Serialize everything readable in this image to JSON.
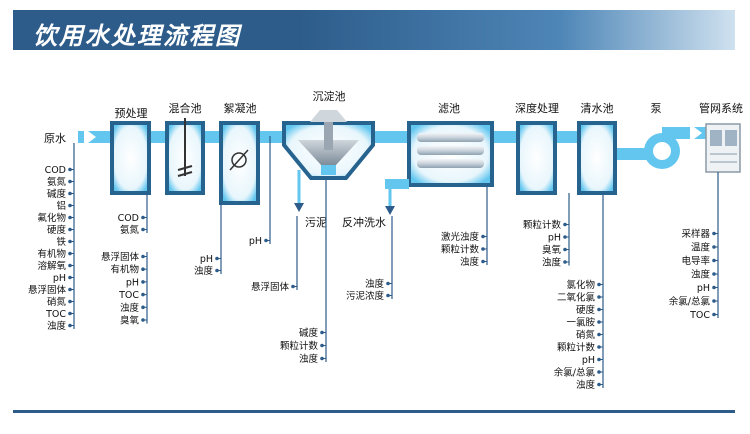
{
  "header": {
    "title": "饮用水处理流程图"
  },
  "colors": {
    "header": "#2d5c8a",
    "water": "#62c6ef",
    "tank_border": "#27638f",
    "tank_fill": "#ffffff",
    "line": "#2d5c8a"
  },
  "stages": {
    "raw_water": "原水",
    "pretreatment": "预处理",
    "mixing": "混合池",
    "coagulation": "絮凝池",
    "sedimentation": "沉淀池",
    "filter": "滤池",
    "advanced": "深度处理",
    "clearwell": "清水池",
    "pump": "泵",
    "network": "管网系统"
  },
  "flow_labels": {
    "sludge": "污泥",
    "backwash": "反冲洗水"
  },
  "params": {
    "raw": [
      "COD",
      "氨氮",
      "碱度",
      "铝",
      "氟化物",
      "硬度",
      "铁",
      "有机物",
      "溶解氧",
      "pH",
      "悬浮固体",
      "硝氮",
      "TOC",
      "浊度"
    ],
    "pre_a": [
      "COD",
      "氨氮"
    ],
    "pre_b": [
      "悬浮固体",
      "有机物",
      "pH",
      "TOC",
      "浊度",
      "臭氧"
    ],
    "coag": [
      "pH",
      "浊度"
    ],
    "sed_a": [
      "pH"
    ],
    "sed_b": [
      "悬浮固体"
    ],
    "sed_c": [
      "碱度",
      "颗粒计数",
      "浊度"
    ],
    "filter_a": [
      "激光浊度",
      "颗粒计数",
      "浊度"
    ],
    "filter_b": [
      "浊度",
      "污泥浓度"
    ],
    "advanced": [
      "颗粒计数",
      "pH",
      "臭氧",
      "浊度"
    ],
    "clearwell": [
      "氯化物",
      "二氧化氯",
      "硬度",
      "一氯胺",
      "硝氮",
      "颗粒计数",
      "pH",
      "余氯/总氯",
      "浊度"
    ],
    "network": [
      "采样器",
      "温度",
      "电导率",
      "浊度",
      "pH",
      "余氯/总氯",
      "TOC"
    ]
  }
}
